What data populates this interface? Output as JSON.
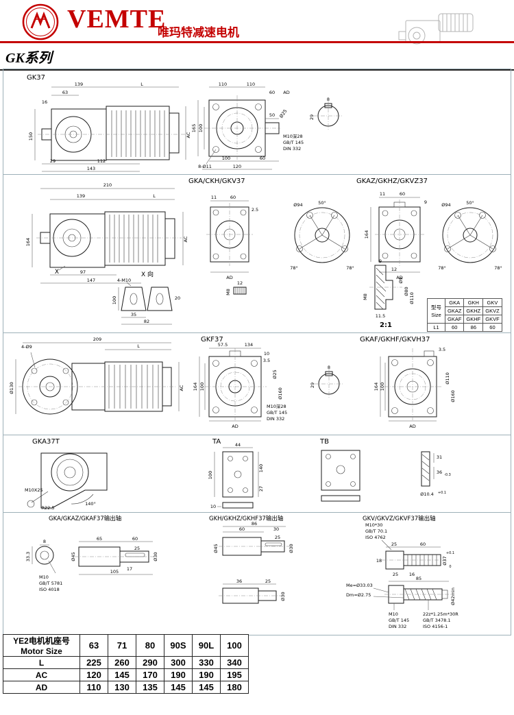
{
  "header": {
    "brand": "VEMTE",
    "tagline": "唯玛特减速电机",
    "series": "GK系列"
  },
  "p1": {
    "title": "GK37",
    "s": [
      "63",
      "139",
      "L",
      "16",
      "150",
      "29",
      "112",
      "143",
      "AC"
    ],
    "f_top": [
      "110",
      "110",
      "60",
      "AD"
    ],
    "f_shaft": [
      "50",
      "Ø25"
    ],
    "f_left": [
      "165",
      "100"
    ],
    "f_bot": [
      "8-Ø11",
      "100",
      "60",
      "120"
    ],
    "note": [
      "M10深28",
      "GB/T 145",
      "DIN 332"
    ],
    "key": [
      "8",
      "29"
    ]
  },
  "p2": {
    "title_l": "GKA/CKH/GKV37",
    "title_r": "GKAZ/GKHZ/GKVZ37",
    "s": [
      "210",
      "139",
      "L",
      "164",
      "97",
      "147",
      "X",
      "AC"
    ],
    "fl": [
      "11",
      "60",
      "2.5",
      "AD"
    ],
    "stud": [
      "12",
      "M8"
    ],
    "c1": [
      "Ø94",
      "50°",
      "78°",
      "78°"
    ],
    "fr": [
      "11",
      "60",
      "9",
      "164",
      "AD"
    ],
    "c2": [
      "Ø94",
      "50°",
      "78°",
      "78°"
    ],
    "xv_label": "X 向",
    "xv": [
      "4-M10",
      "100",
      "20",
      "35",
      "82"
    ],
    "sec": [
      "9",
      "12",
      "Ø9",
      "Ø80",
      "Ø110",
      "M8",
      "11.5",
      "2:1"
    ]
  },
  "size_table": {
    "h1": "型号",
    "h2": "Size",
    "models": [
      [
        "GKA",
        "GKH",
        "GKV"
      ],
      [
        "GKAZ",
        "GKHZ",
        "GKVZ"
      ],
      [
        "GKAF",
        "GKHF",
        "GKVF"
      ]
    ],
    "l1_label": "L1",
    "l1": [
      "60",
      "86",
      "60"
    ]
  },
  "p3": {
    "title_l": "GKF37",
    "title_r": "GKAF/GKHF/GKVH37",
    "s": [
      "209",
      "L",
      "4-Ø9",
      "Ø130",
      "AC"
    ],
    "f_top": [
      "57.5",
      "134"
    ],
    "f_r": [
      "10",
      "3.5",
      "Ø25",
      "Ø160"
    ],
    "f_left": [
      "164",
      "100"
    ],
    "f_bot": "AD",
    "note": [
      "M10深28",
      "GB/T 145",
      "DIN 332"
    ],
    "key": [
      "8",
      "29"
    ],
    "r_dims": [
      "3.5",
      "Ø110",
      "Ø160",
      "164",
      "100",
      "AD"
    ]
  },
  "p4": {
    "title_1": "GKA37T",
    "title_2": "TA",
    "title_3": "TB",
    "g": [
      "M10X25",
      "R22.5",
      "140°"
    ],
    "ta": [
      "44",
      "100",
      "140",
      "27",
      "10"
    ],
    "detail": [
      "31",
      "36",
      "-0.3",
      "Ø10.4",
      "+0.1"
    ]
  },
  "p5": {
    "title_a": "GKA/GKAZ/GKAF37输出轴",
    "title_b": "GKH/GKHZ/GKHF37输出轴",
    "title_c": "GKV/GKVZ/GKVF37输出轴",
    "a": {
      "washer": [
        "8",
        "33.3"
      ],
      "note": [
        "M10",
        "GB/T 5781",
        "ISO 4018"
      ],
      "dims": [
        "65",
        "60",
        "25",
        "17",
        "105"
      ],
      "dia": [
        "Ø45",
        "Ø30"
      ]
    },
    "b": {
      "dims": [
        "86",
        "60",
        "30",
        "25"
      ],
      "dia": [
        "Ø30",
        "Ø45"
      ],
      "dims2": [
        "36",
        "25"
      ],
      "dia2": "Ø30"
    },
    "c": {
      "note1": [
        "M10*30",
        "GB/T 70.1",
        "ISO 4762"
      ],
      "dims": [
        "25",
        "60",
        "18",
        "25",
        "16",
        "85"
      ],
      "d37": [
        "Ø37",
        "+0.1",
        "0"
      ],
      "d42": "Ø42min",
      "me": "Me=Ø33.03",
      "dm": "Dm=Ø2.75",
      "note2": [
        "M10",
        "GB/T 145",
        "DIN 332"
      ],
      "note3": [
        "22z*1.25m*30R",
        "GB/T 3478.1",
        "ISO 4156-1"
      ]
    }
  },
  "motor_table": {
    "h_cn": "YE2电机机座号",
    "h_en": "Motor Size",
    "sizes": [
      "63",
      "71",
      "80",
      "90S",
      "90L",
      "100"
    ],
    "rows": [
      {
        "label": "L",
        "values": [
          "225",
          "260",
          "290",
          "300",
          "330",
          "340"
        ]
      },
      {
        "label": "AC",
        "values": [
          "120",
          "145",
          "170",
          "190",
          "190",
          "195"
        ]
      },
      {
        "label": "AD",
        "values": [
          "110",
          "130",
          "135",
          "145",
          "145",
          "180"
        ]
      }
    ]
  }
}
